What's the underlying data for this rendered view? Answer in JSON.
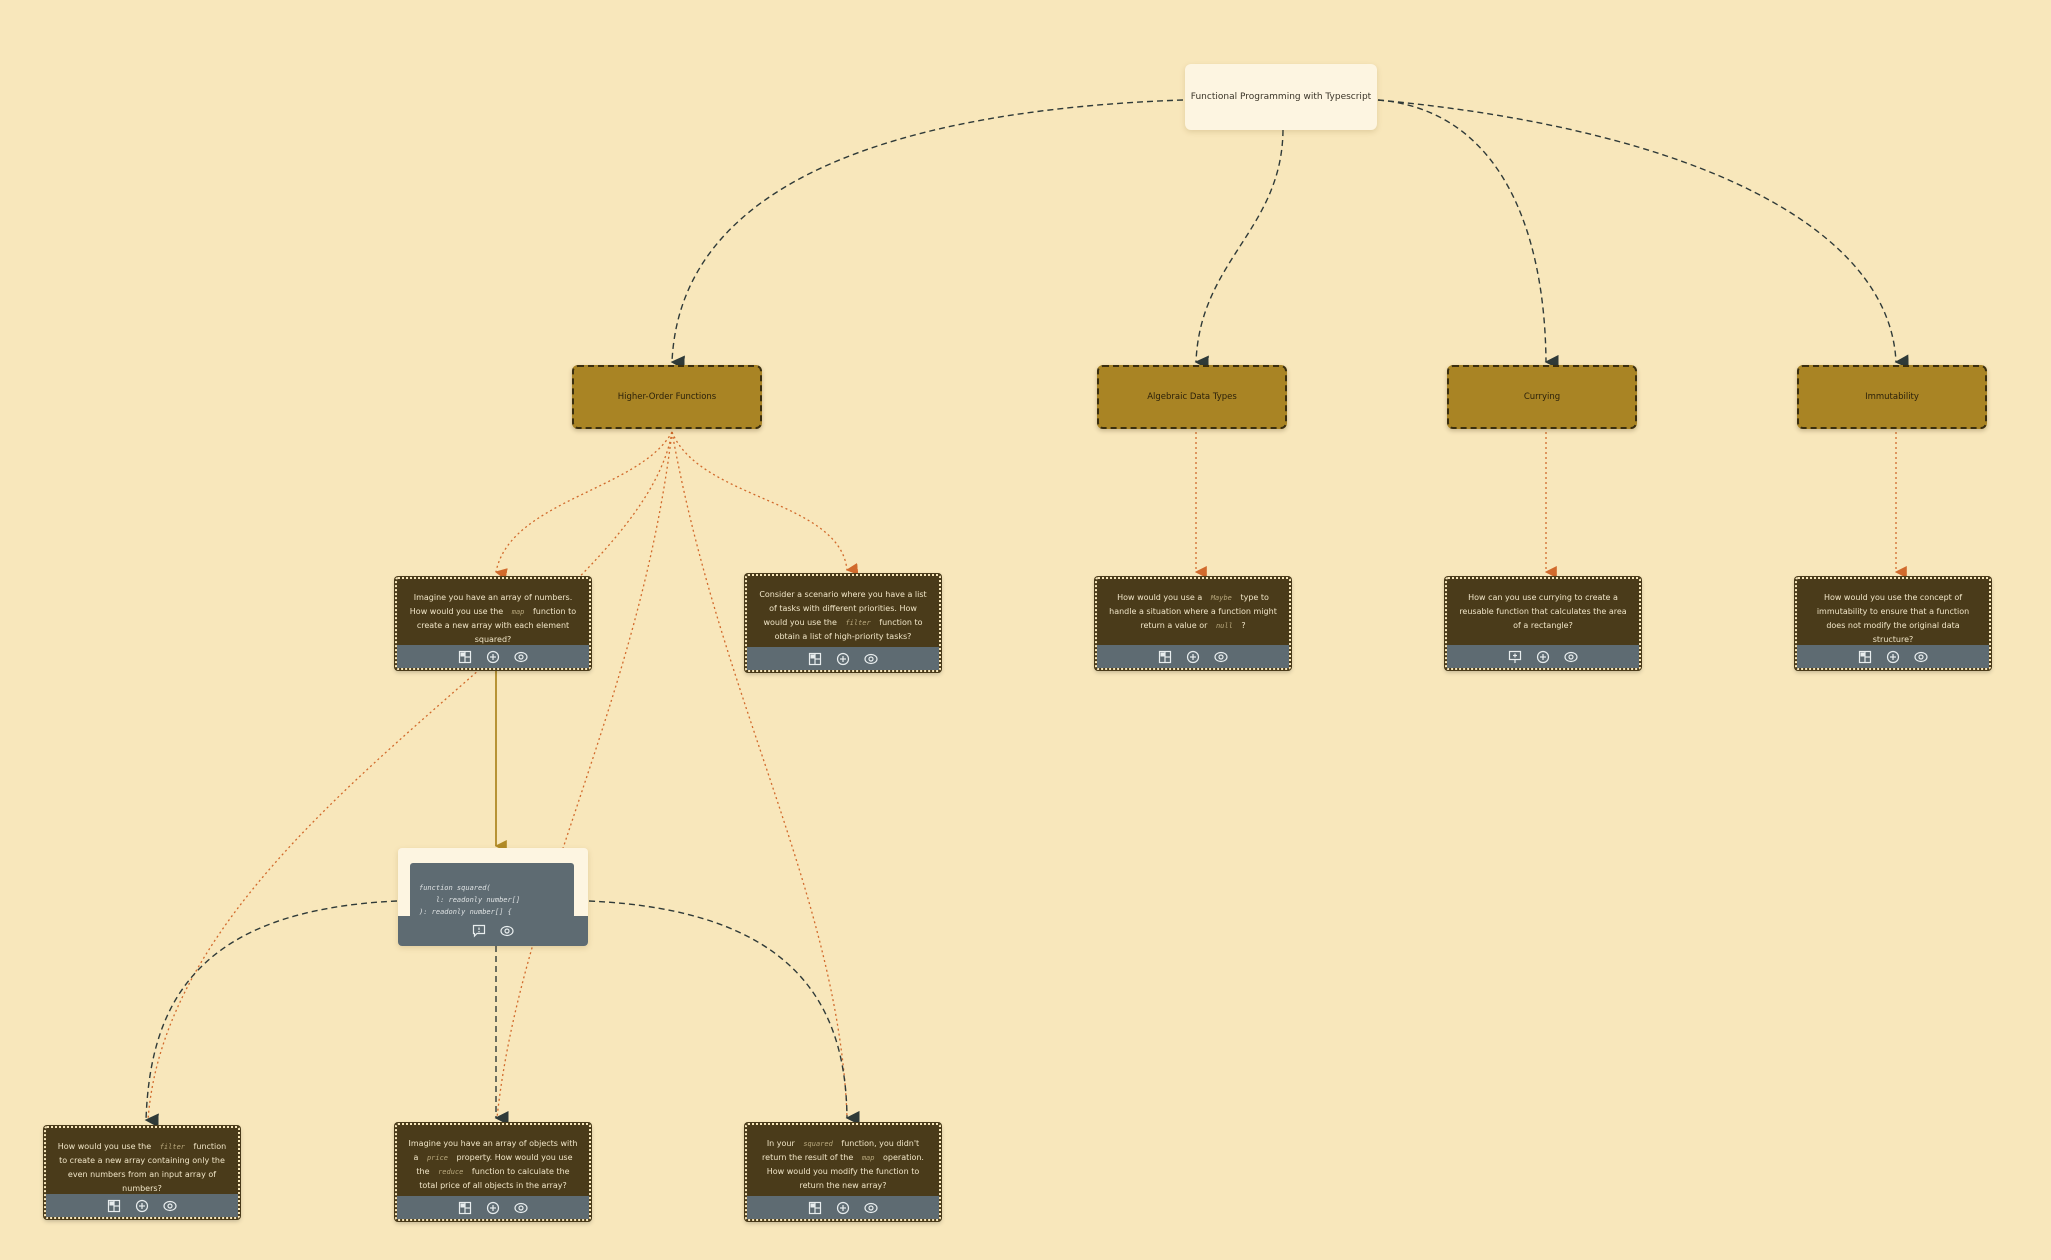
{
  "root": {
    "label": "Functional Programming with Typescript"
  },
  "topics": [
    {
      "id": "hof",
      "label": "Higher-Order Functions",
      "x": 0,
      "y": 0
    },
    {
      "id": "adt",
      "label": "Algebraic Data Types"
    },
    {
      "id": "cur",
      "label": "Currying"
    },
    {
      "id": "imm",
      "label": "Immutability"
    }
  ],
  "questions": {
    "q_map": [
      "Imagine you have an array of numbers. How would you use the ",
      {
        "code": "map"
      },
      " function to create a new array with each element squared?"
    ],
    "q_filter_priority": [
      "Consider a scenario where you have a list of tasks with different priorities. How would you use the ",
      {
        "code": "filter"
      },
      " function to obtain a list of high-priority tasks?"
    ],
    "q_maybe": [
      "How would you use a ",
      {
        "code": "Maybe"
      },
      " type to handle a situation where a function might return a value or ",
      {
        "code": "null"
      },
      " ?"
    ],
    "q_curry": [
      "How can you use currying to create a reusable function that calculates the area of a rectangle?"
    ],
    "q_immut": [
      "How would you use the concept of immutability to ensure that a function does not modify the original data structure?"
    ],
    "q_filter_even": [
      "How would you use the ",
      {
        "code": "filter"
      },
      " function to create a new array containing only the even numbers from an input array of numbers?"
    ],
    "q_reduce": [
      "Imagine you have an array of objects with a ",
      {
        "code": "price"
      },
      " property. How would you use the ",
      {
        "code": "reduce"
      },
      " function to calculate the total price of all objects in the array?"
    ],
    "q_squared": [
      "In your ",
      {
        "code": "squared"
      },
      " function, you didn't return the result of the ",
      {
        "code": "map"
      },
      " operation. How would you modify the function to return the new array?"
    ]
  },
  "code_node": {
    "text": "function squared(\n    l: readonly number[]\n): readonly number[] {\n    return l.map(x => x * x);\n}"
  },
  "colors": {
    "background": "#f8e7bb",
    "topic_fill": "#a98424",
    "question_fill": "#4a3b1a",
    "footer_fill": "#5e6b72",
    "edge_dark": "#2f3a38",
    "edge_orange": "#d16a2c",
    "edge_gold": "#b08a26"
  },
  "icons": [
    "layout-icon",
    "add-circle-icon",
    "eye-icon",
    "comment-icon"
  ]
}
